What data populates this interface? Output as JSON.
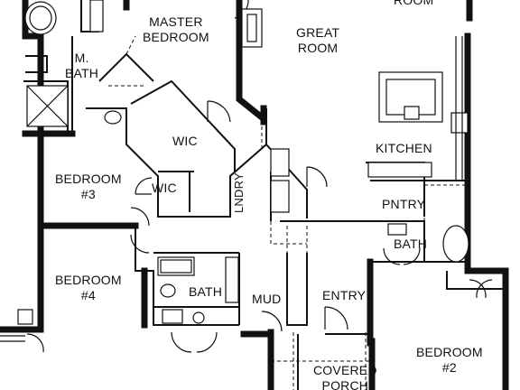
{
  "rooms": {
    "room_top": "ROOM",
    "master_bedroom": [
      "MASTER",
      "BEDROOM"
    ],
    "great_room": [
      "GREAT",
      "ROOM"
    ],
    "m_bath": [
      "M.",
      "BATH"
    ],
    "wic_master": "WIC",
    "kitchen": "KITCHEN",
    "bedroom3": [
      "BEDROOM",
      "#3"
    ],
    "wic_small": "WIC",
    "lndry": "LNDRY",
    "pntry": "PNTRY",
    "bath_kitchen": "BATH",
    "bedroom4": [
      "BEDROOM",
      "#4"
    ],
    "bath_hall": "BATH",
    "mud": "MUD",
    "entry": "ENTRY",
    "bedroom2": [
      "BEDROOM",
      "#2"
    ],
    "covered_porch": [
      "COVERED",
      "PORCH"
    ]
  }
}
